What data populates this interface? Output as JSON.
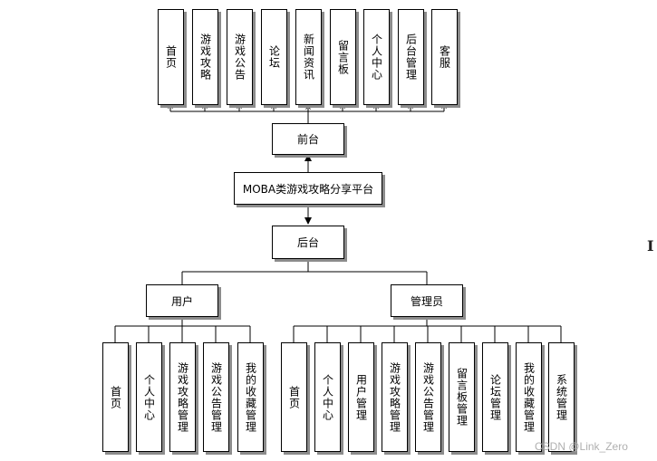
{
  "diagram": {
    "root": "MOBA类游戏攻略分享平台",
    "frontend": {
      "label": "前台",
      "items": [
        "首页",
        "游戏攻略",
        "游戏公告",
        "论坛",
        "新闻资讯",
        "留言板",
        "个人中心",
        "后台管理",
        "客服"
      ]
    },
    "backend": {
      "label": "后台",
      "user": {
        "label": "用户",
        "items": [
          "首页",
          "个人中心",
          "游戏攻略管理",
          "游戏公告管理",
          "我的收藏管理"
        ]
      },
      "admin": {
        "label": "管理员",
        "items": [
          "首页",
          "个人中心",
          "用户管理",
          "游戏攻略管理",
          "游戏公告管理",
          "留言板管理",
          "论坛管理",
          "我的收藏管理",
          "系统管理"
        ]
      }
    }
  },
  "watermark": "CSDN @Link_Zero",
  "edge_glyph": "I"
}
